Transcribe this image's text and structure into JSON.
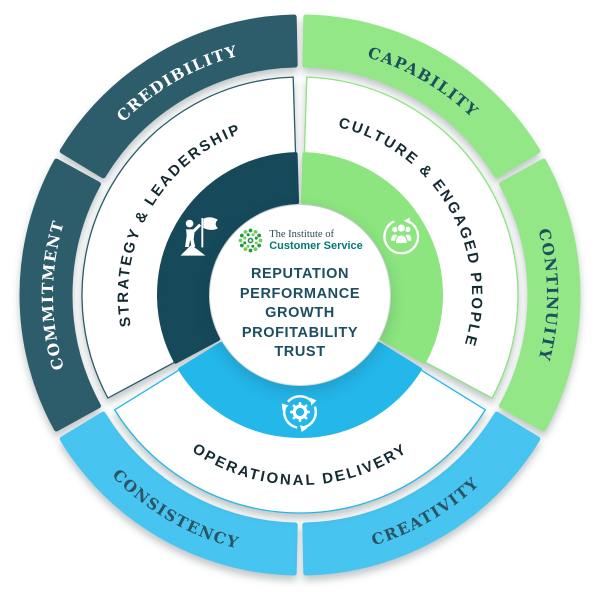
{
  "center": {
    "logo": {
      "line1": "The Institute of",
      "line2": "Customer Service"
    },
    "values": [
      "REPUTATION",
      "PERFORMANCE",
      "GROWTH",
      "PROFITABILITY",
      "TRUST"
    ]
  },
  "diagram": {
    "inner_segments": [
      {
        "id": "strategy-leadership",
        "label": "STRATEGY & LEADERSHIP",
        "band_color": "#16495a",
        "outline_color": "#2d5c6b",
        "text_color": "#152b33",
        "icon": "leader-flag-icon",
        "angle_start": 91.8,
        "angle_end": 208.2,
        "icon_angle": 150,
        "label_flip": false
      },
      {
        "id": "culture-engaged-people",
        "label": "CULTURE & ENGAGED PEOPLE",
        "band_color": "#8ce57f",
        "outline_color": "#8ce57f",
        "text_color": "#152b33",
        "icon": "people-cycle-icon",
        "angle_start": -28.2,
        "angle_end": 88.2,
        "icon_angle": 30,
        "label_flip": false
      },
      {
        "id": "operational-delivery",
        "label": "OPERATIONAL DELIVERY",
        "band_color": "#23b7ea",
        "outline_color": "#23b7ea",
        "text_color": "#152b33",
        "icon": "gear-cycle-icon",
        "angle_start": 211.8,
        "angle_end": 328.2,
        "icon_angle": 270,
        "label_flip": true
      }
    ],
    "outer_segments": [
      {
        "id": "credibility",
        "label": "CREDIBILITY",
        "color": "#2d5c6b",
        "text_color": "#ffffff",
        "angle_start": 91.2,
        "angle_end": 148.8,
        "label_flip": false
      },
      {
        "id": "capability",
        "label": "CAPABILITY",
        "color": "#93e786",
        "text_color": "#1d505f",
        "angle_start": 31.2,
        "angle_end": 88.8,
        "label_flip": false
      },
      {
        "id": "commitment",
        "label": "COMMITMENT",
        "color": "#2d5c6b",
        "text_color": "#ffffff",
        "angle_start": 151.2,
        "angle_end": 208.8,
        "label_flip": false
      },
      {
        "id": "continuity",
        "label": "CONTINUITY",
        "color": "#93e786",
        "text_color": "#1d505f",
        "angle_start": -28.8,
        "angle_end": 28.8,
        "label_flip": false
      },
      {
        "id": "consistency",
        "label": "CONSISTENCY",
        "color": "#47c4f0",
        "text_color": "#2a5363",
        "angle_start": 211.2,
        "angle_end": 268.8,
        "label_flip": true
      },
      {
        "id": "creativity",
        "label": "CREATIVITY",
        "color": "#47c4f0",
        "text_color": "#2a5363",
        "angle_start": 271.2,
        "angle_end": 328.8,
        "label_flip": true
      }
    ],
    "colors": {
      "teal_dark": "#16495a",
      "teal": "#2d5c6b",
      "green": "#8ce57f",
      "green_outer": "#93e786",
      "blue": "#23b7ea",
      "blue_outer": "#47c4f0",
      "center_text": "#1b4e60"
    }
  }
}
